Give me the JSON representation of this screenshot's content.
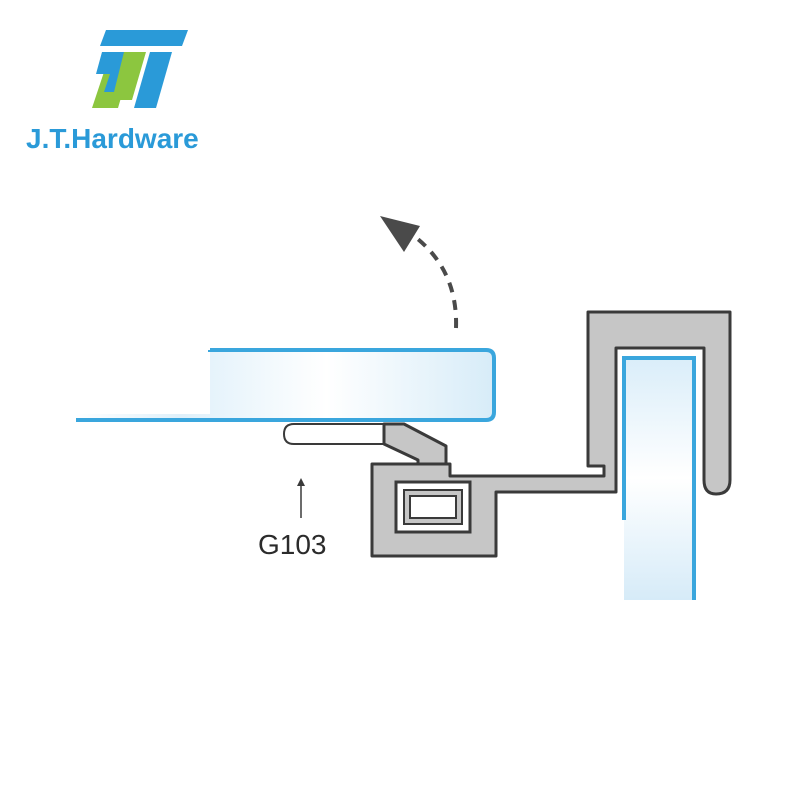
{
  "brand": {
    "name": "J.T.Hardware",
    "logo_letters": "JT"
  },
  "diagram": {
    "part_label": "G103",
    "rotation_arrow_icon": "curved-dashed-arrow-icon"
  },
  "colors": {
    "brand_blue": "#2a9ad8",
    "brand_green": "#8cc63f",
    "glass_edge": "#3aa6dd",
    "glass_fill": "#d4ecf8",
    "profile_fill": "#c6c6c6",
    "profile_stroke": "#3a3a3a",
    "arrow": "#4a4a4a"
  }
}
